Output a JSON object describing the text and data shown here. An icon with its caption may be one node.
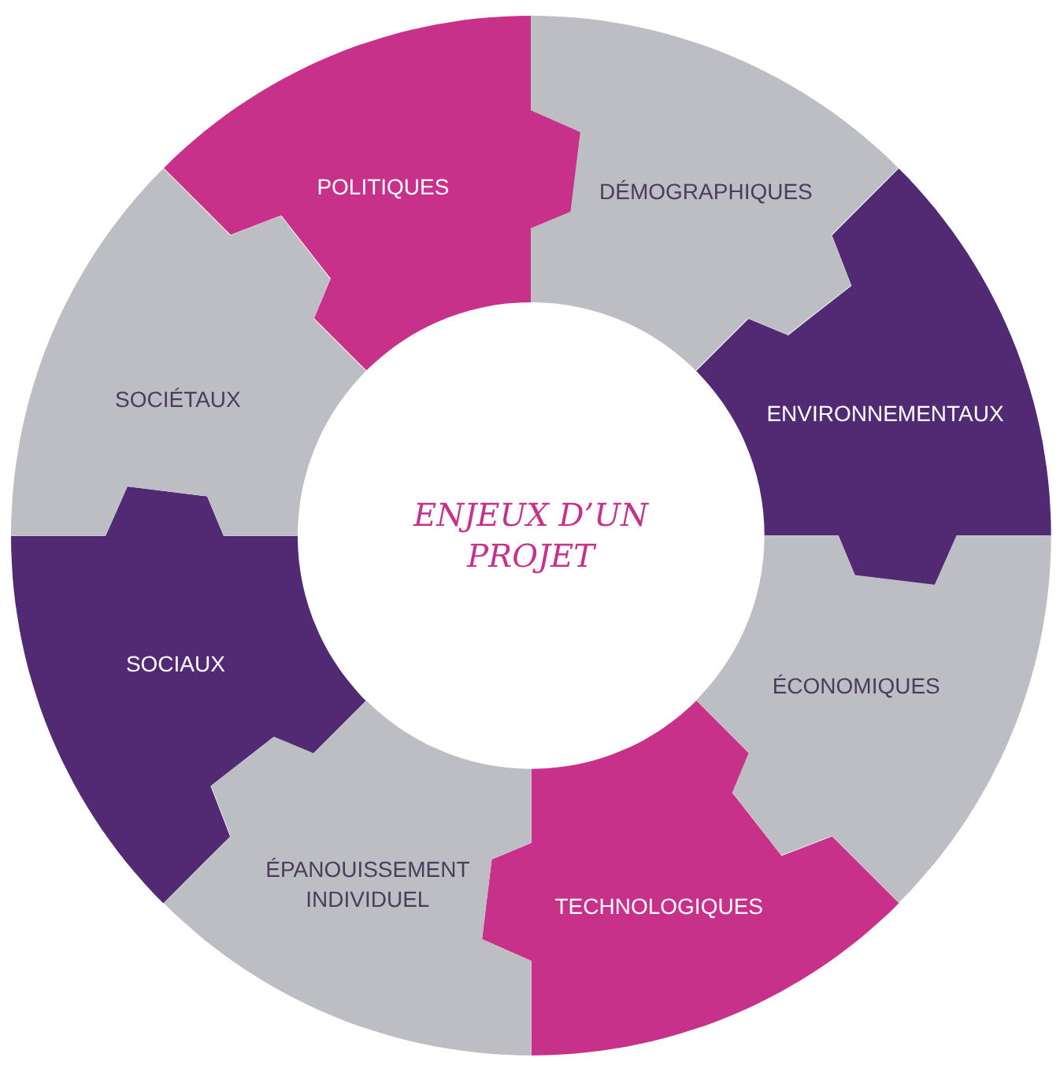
{
  "diagram": {
    "nodes": [
      {
        "text": [
          "ENJEUX D’UN PROJET"
        ]
      },
      {
        "text": [
          "POLITIQUES"
        ]
      },
      {
        "text": [
          "DÉMOGRAPHIQUES"
        ]
      },
      {
        "text": [
          "ENVIRONNEMENTAUX"
        ]
      },
      {
        "text": [
          "ÉCONOMIQUES"
        ]
      },
      {
        "text": [
          "TECHNOLOGIQUES"
        ]
      },
      {
        "text": [
          "ÉPANOUISSEMENT INDIVIDUEL"
        ]
      },
      {
        "text": [
          "SOCIAUX"
        ]
      },
      {
        "text": [
          "SOCIÉTAUX"
        ]
      }
    ]
  }
}
